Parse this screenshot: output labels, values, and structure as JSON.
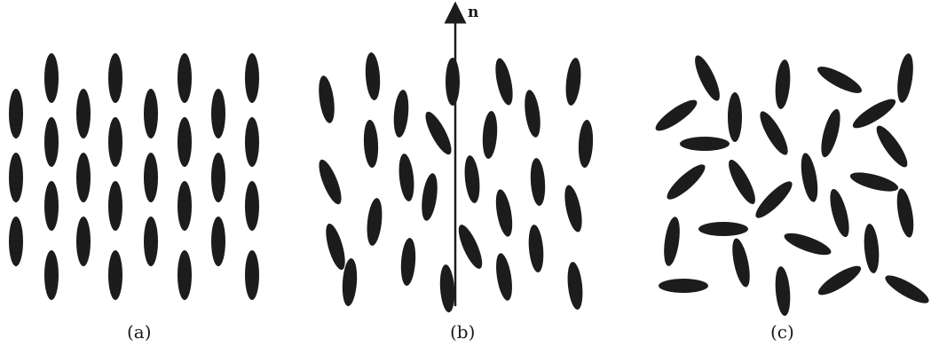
{
  "panels": [
    {
      "caption": "(a)"
    },
    {
      "caption": "(b)",
      "director_label": "n"
    },
    {
      "caption": "(c)"
    }
  ],
  "colors": {
    "molecule": "#1c1c1c",
    "background": "#ffffff"
  }
}
